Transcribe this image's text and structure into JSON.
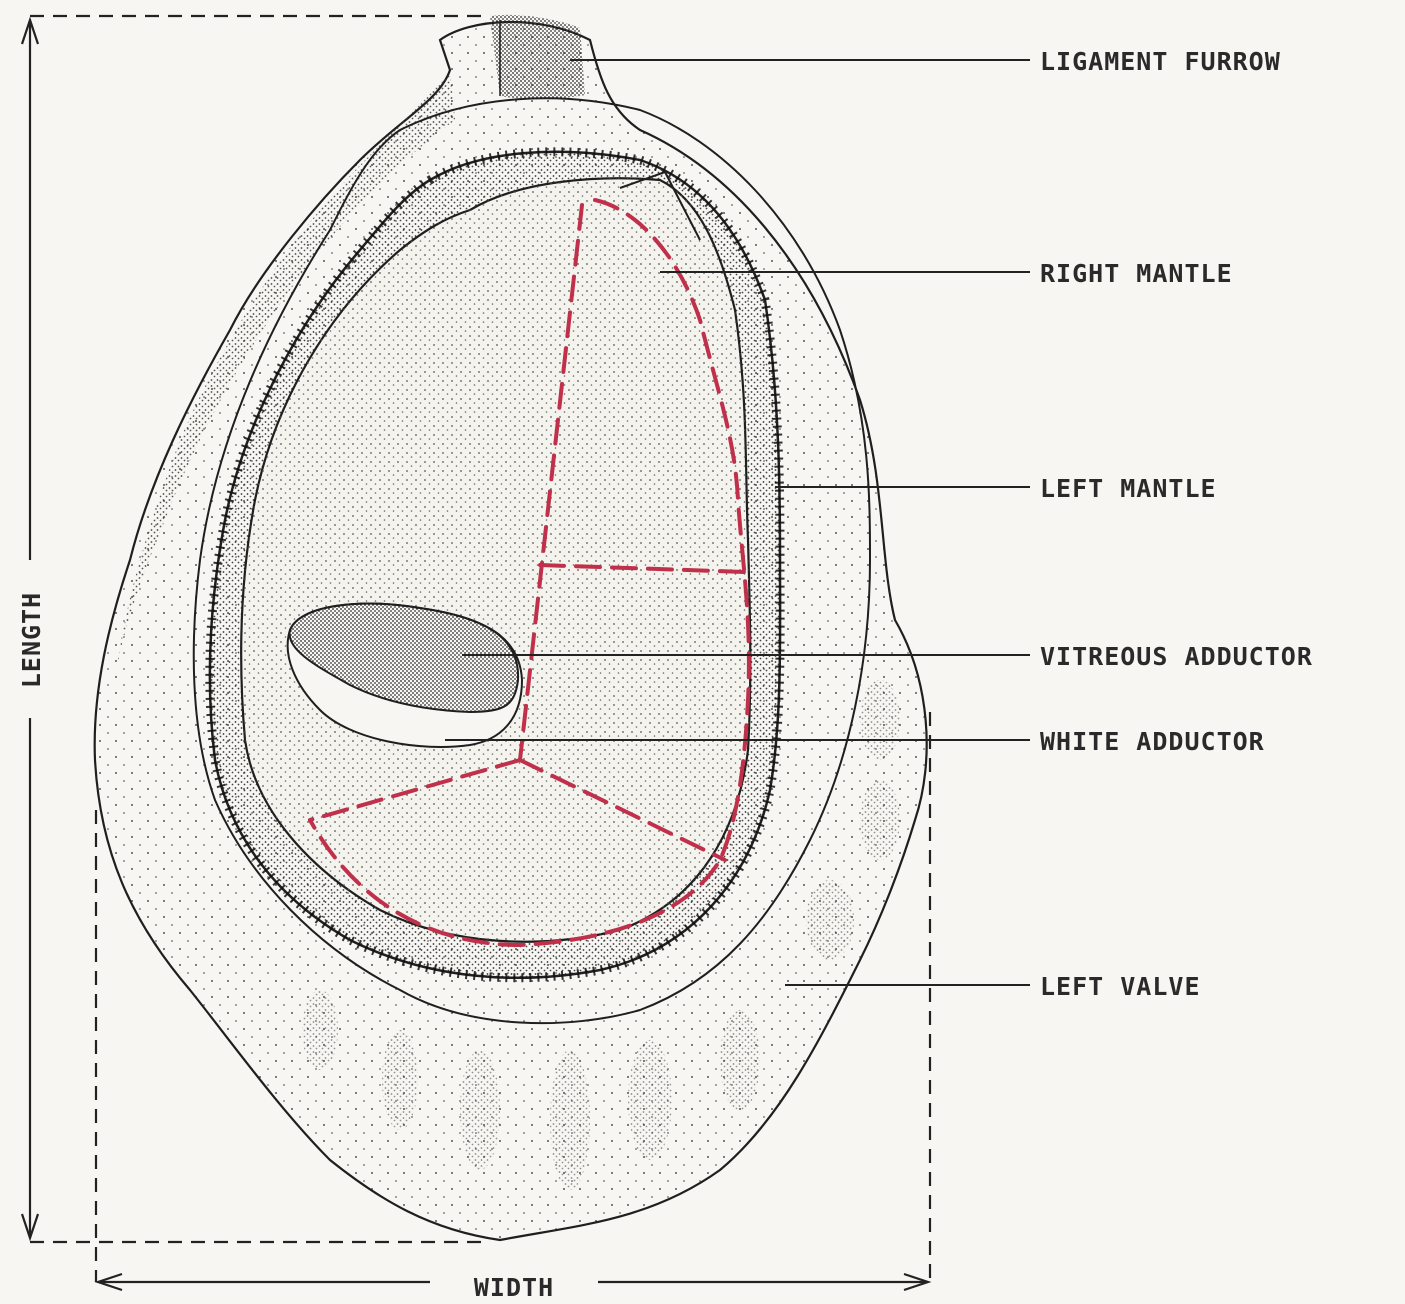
{
  "labels": {
    "ligament_furrow": "LIGAMENT FURROW",
    "right_mantle": "RIGHT MANTLE",
    "left_mantle": "LEFT MANTLE",
    "vitreous_adductor": "VITREOUS ADDUCTOR",
    "white_adductor": "WHITE ADDUCTOR",
    "left_valve": "LEFT VALVE",
    "length": "LENGTH",
    "width": "WIDTH"
  },
  "colors": {
    "background": "#f7f6f2",
    "ink": "#222222",
    "dashed_section": "#c0304a"
  }
}
